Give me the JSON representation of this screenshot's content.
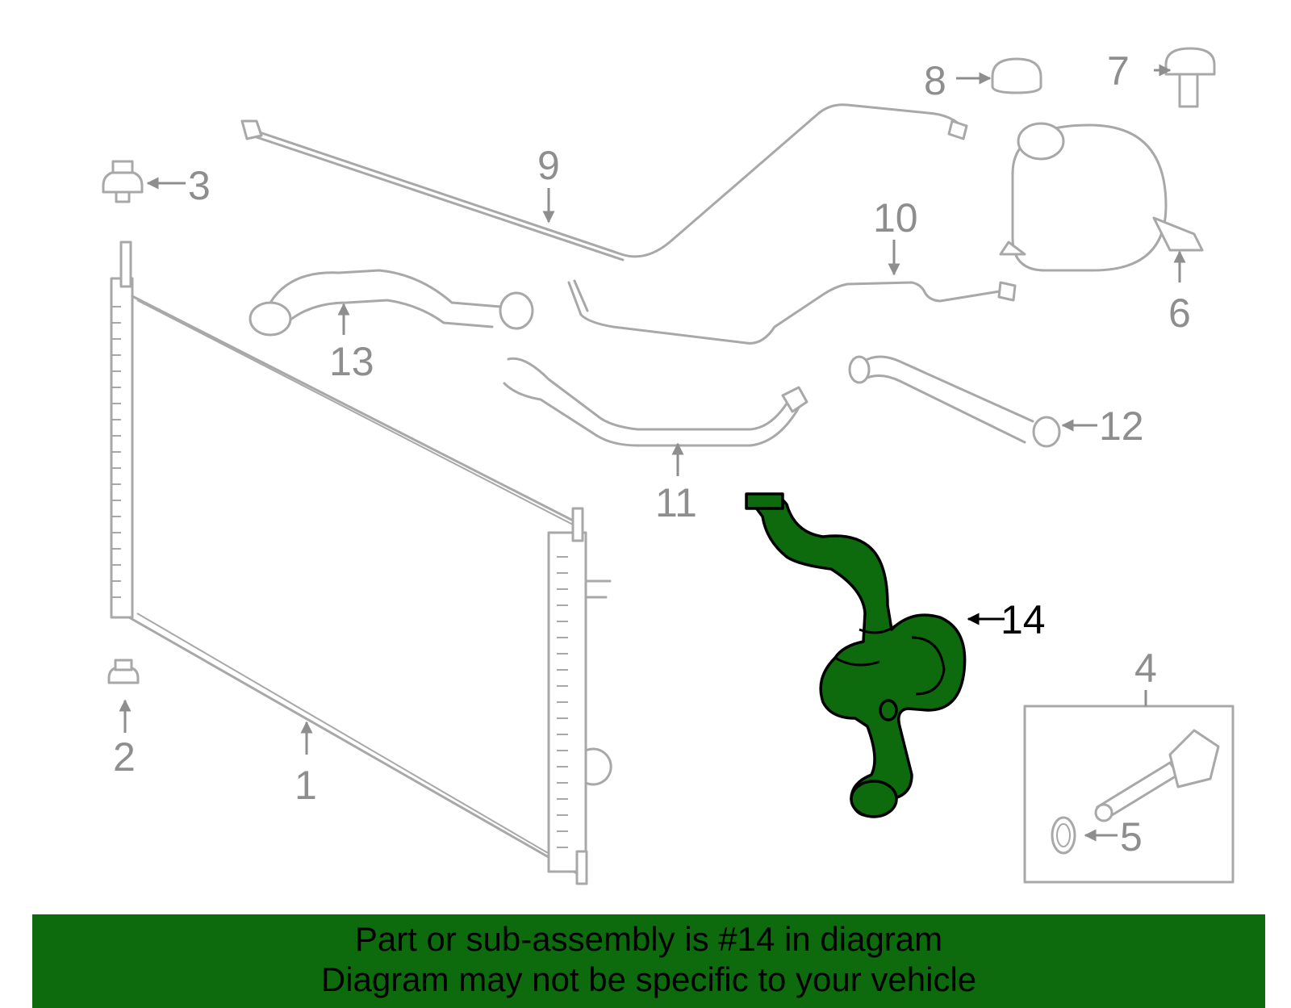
{
  "callouts": {
    "c1": "1",
    "c2": "2",
    "c3": "3",
    "c4": "4",
    "c5": "5",
    "c6": "6",
    "c7": "7",
    "c8": "8",
    "c9": "9",
    "c10": "10",
    "c11": "11",
    "c12": "12",
    "c13": "13",
    "c14": "14"
  },
  "banner": {
    "line1": "Part or sub-assembly is #14 in diagram",
    "line2": "Diagram may not be specific to your vehicle"
  },
  "colors": {
    "highlight": "#0d6b0d",
    "parts": "#a8a8a8",
    "labels": "#8e8e8e"
  }
}
